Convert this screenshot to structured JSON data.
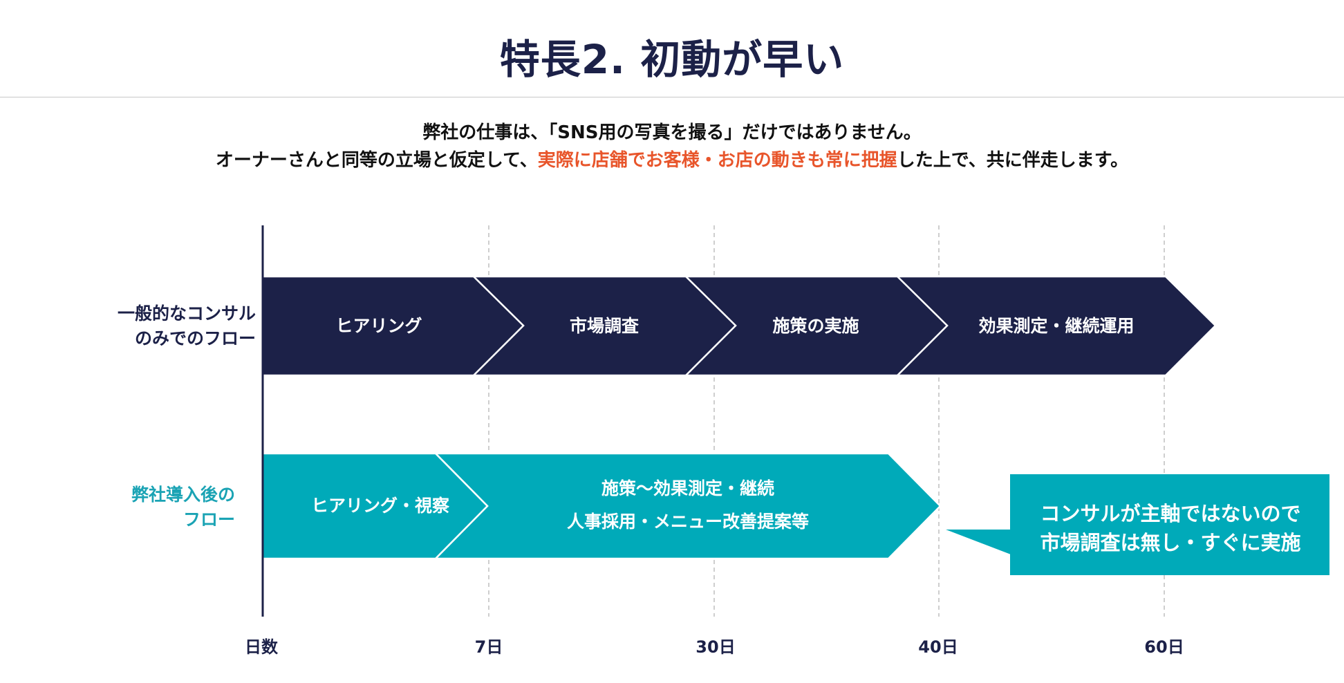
{
  "title": "特長2. 初動が早い",
  "intro": {
    "line1": "弊社の仕事は、「SNS用の写真を撮る」だけではありません。",
    "line2_pre": "オーナーさんと同等の立場と仮定して、",
    "line2_accent": "実際に店舗でお客様・お店の動きも常に把握",
    "line2_post": "した上で、共に伴走します。"
  },
  "rows": {
    "general": {
      "label_line1": "一般的なコンサル",
      "label_line2": "のみでのフロー",
      "steps": [
        "ヒアリング",
        "市場調査",
        "施策の実施",
        "効果測定・継続運用"
      ]
    },
    "ours": {
      "label_line1": "弊社導入後の",
      "label_line2": "フロー",
      "step1": "ヒアリング・視察",
      "step2_line1": "施策～効果測定・継続",
      "step2_line2": "人事採用・メニュー改善提案等"
    }
  },
  "axis": {
    "labels": [
      "日数",
      "7日",
      "30日",
      "40日",
      "60日"
    ]
  },
  "callout": {
    "line1": "コンサルが主軸ではないので",
    "line2": "市場調査は無し・すぐに実施"
  },
  "colors": {
    "navy": "#1c2148",
    "teal": "#00aab9",
    "accent": "#e8552b"
  }
}
